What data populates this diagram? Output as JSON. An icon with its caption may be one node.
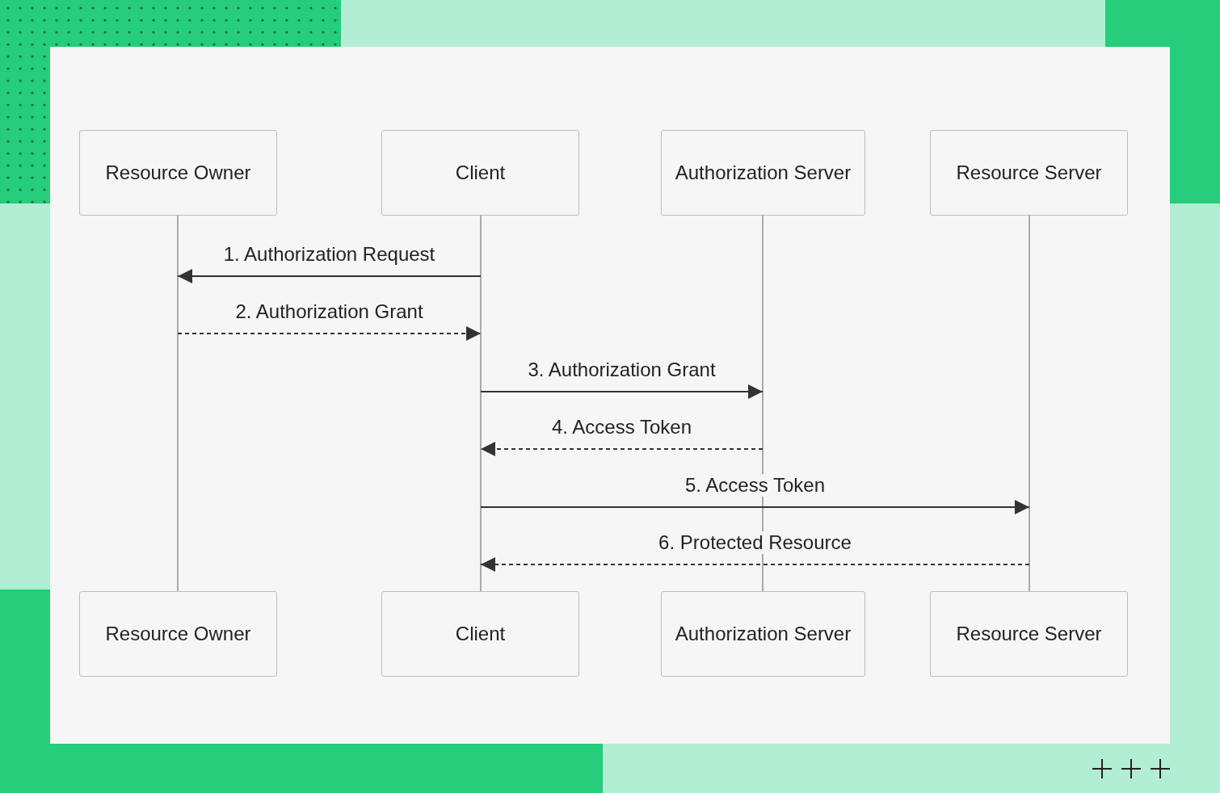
{
  "diagram": {
    "nodes": [
      {
        "text": [
          "Resource Owner"
        ]
      },
      {
        "text": [
          "Client"
        ]
      },
      {
        "text": [
          "Authorization Server"
        ]
      },
      {
        "text": [
          "Resource Server"
        ]
      },
      {
        "text": [],
        "shape": "line"
      },
      {
        "text": [],
        "shape": "line"
      },
      {
        "text": [],
        "shape": "line"
      },
      {
        "text": [],
        "shape": "line"
      },
      {
        "text": [
          "Resource Owner"
        ]
      },
      {
        "text": [
          "Client"
        ]
      },
      {
        "text": [
          "Authorization Server"
        ]
      },
      {
        "text": [
          "Resource Server"
        ]
      }
    ],
    "edges": [
      {
        "from": 5,
        "to": 4,
        "arrow": "to",
        "label": "1. Authorization Request"
      },
      {
        "from": 4,
        "to": 5,
        "arrow": "to",
        "label": "2. Authorization Grant",
        "style": "dashed"
      },
      {
        "from": 5,
        "to": 6,
        "arrow": "to",
        "label": "3. Authorization Grant"
      },
      {
        "from": 6,
        "to": 5,
        "arrow": "to",
        "label": "4. Access Token",
        "style": "dashed"
      },
      {
        "from": 5,
        "to": 7,
        "arrow": "to",
        "label": "5. Access Token"
      },
      {
        "from": 7,
        "to": 5,
        "arrow": "to",
        "label": "6. Protected Resource",
        "style": "dashed"
      }
    ]
  }
}
